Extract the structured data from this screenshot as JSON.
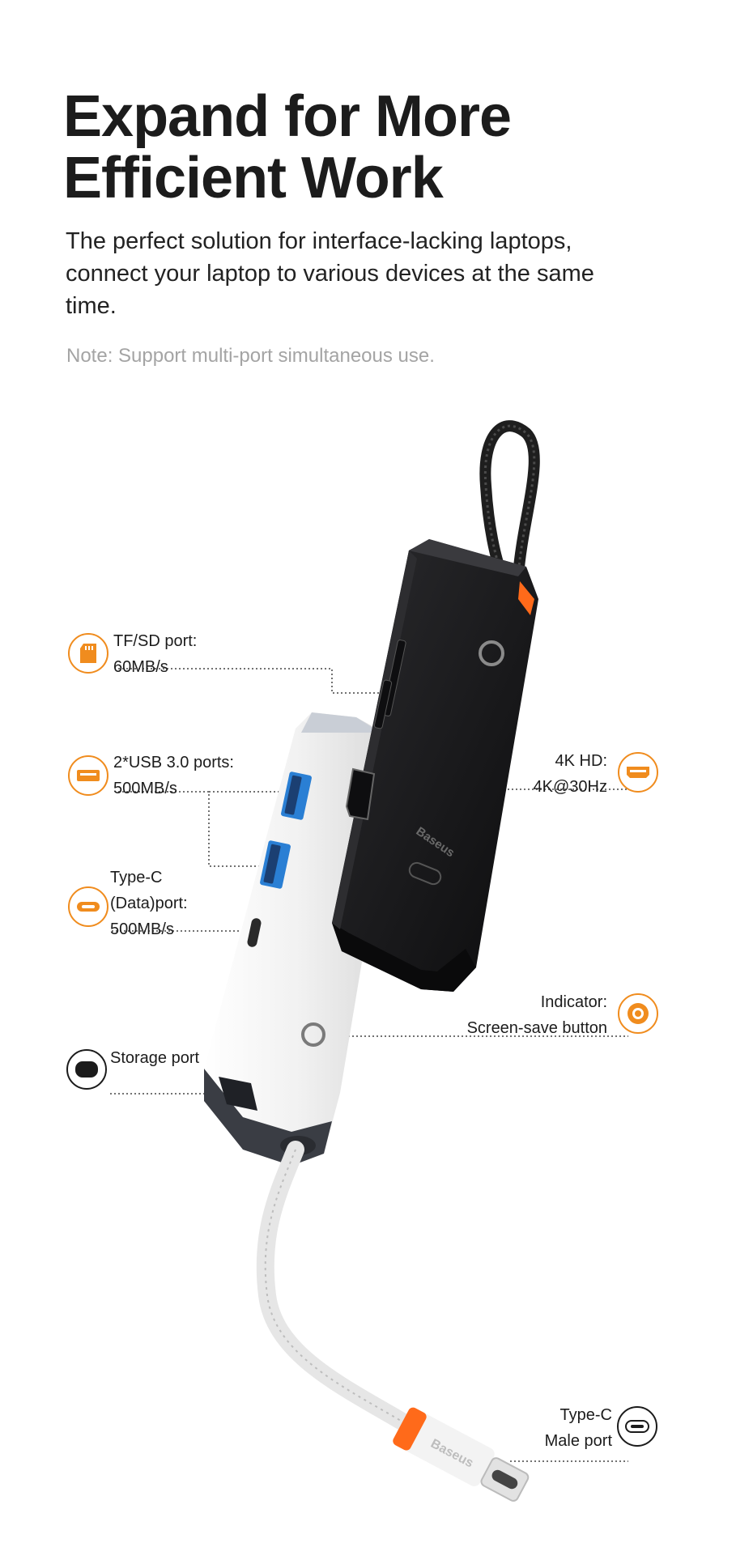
{
  "headline": [
    "Expand for More",
    "Efficient Work"
  ],
  "subtitle": "The perfect solution for interface-lacking laptops, connect your laptop to various devices at the same time.",
  "note": "Note: Support multi-port simultaneous use.",
  "callouts": {
    "tfsd": {
      "title": "TF/SD port:",
      "detail": "60MB/s",
      "icon": "sd-card-icon"
    },
    "usb": {
      "title": "2*USB 3.0 ports:",
      "detail": "500MB/s",
      "icon": "usb-a-port-icon"
    },
    "typec_data": {
      "title1": "Type-C",
      "title2": "(Data)port:",
      "detail": "500MB/s",
      "icon": "usb-c-port-icon"
    },
    "storage": {
      "title": "Storage port",
      "icon": "storage-port-icon"
    },
    "hdmi": {
      "title": "4K HD:",
      "detail": "4K@30Hz",
      "icon": "hdmi-port-icon"
    },
    "indicator": {
      "title": "Indicator:",
      "detail": "Screen-save button",
      "icon": "indicator-button-icon"
    },
    "typec_male": {
      "title": "Type-C",
      "detail": "Male port",
      "icon": "usb-c-plug-icon"
    }
  },
  "product": {
    "brand_text": "Baseus",
    "connector_brand": "Baseus",
    "accent_color": "#f08c1e",
    "black_hub_color": "#1b1b1d",
    "white_hub_color": "#f2f2f2",
    "usb_blue": "#2a7fd4",
    "plug_accent": "#ff6a1a"
  }
}
